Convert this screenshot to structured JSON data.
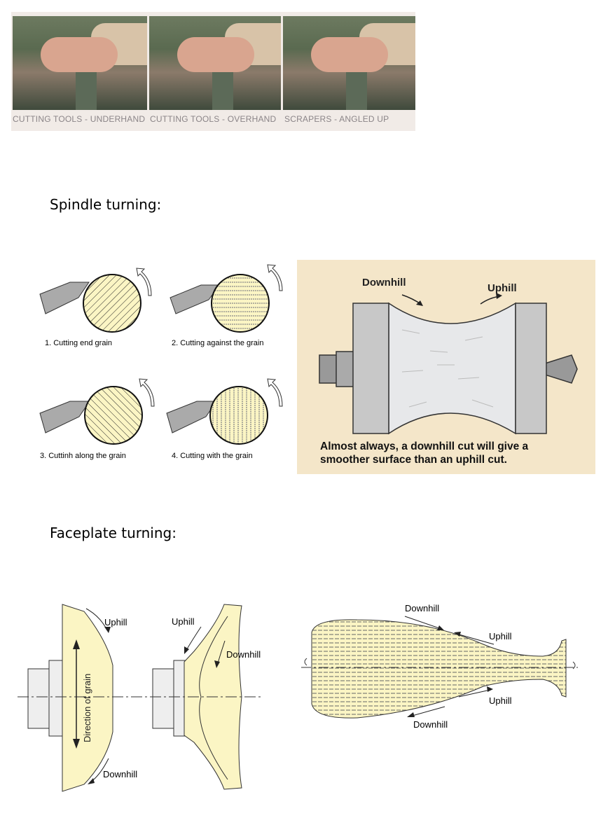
{
  "photo_strip": {
    "captions": [
      "CUTTING TOOLS - UNDERHAND",
      "CUTTING TOOLS - OVERHAND",
      "SCRAPERS - ANGLED UP"
    ]
  },
  "spindle": {
    "heading": "Spindle turning:",
    "grain_diagrams": [
      "1. Cutting end grain",
      "2. Cutting against the grain",
      "3. Cuttinh along the grain",
      "4. Cutting with the grain"
    ],
    "cut_diagram": {
      "downhill": "Downhill",
      "uphill": "Uphill",
      "caption_line1": "Almost always, a downhill cut will give a",
      "caption_line2": "smoother surface than an uphill cut."
    }
  },
  "faceplate": {
    "heading": "Faceplate turning:",
    "left_diagram": {
      "uphill_1": "Uphill",
      "downhill_1": "Downhill",
      "direction": "Direction of grain",
      "uphill_2": "Uphill",
      "downhill_2": "Downhill"
    },
    "right_diagram": {
      "downhill_top": "Downhill",
      "uphill_top": "Uphill",
      "uphill_bottom": "Uphill",
      "downhill_bottom": "Downhill"
    }
  },
  "colors": {
    "wood": "#fbf5c4",
    "panel": "#f4e6c9",
    "tool": "#b0b0b0"
  }
}
